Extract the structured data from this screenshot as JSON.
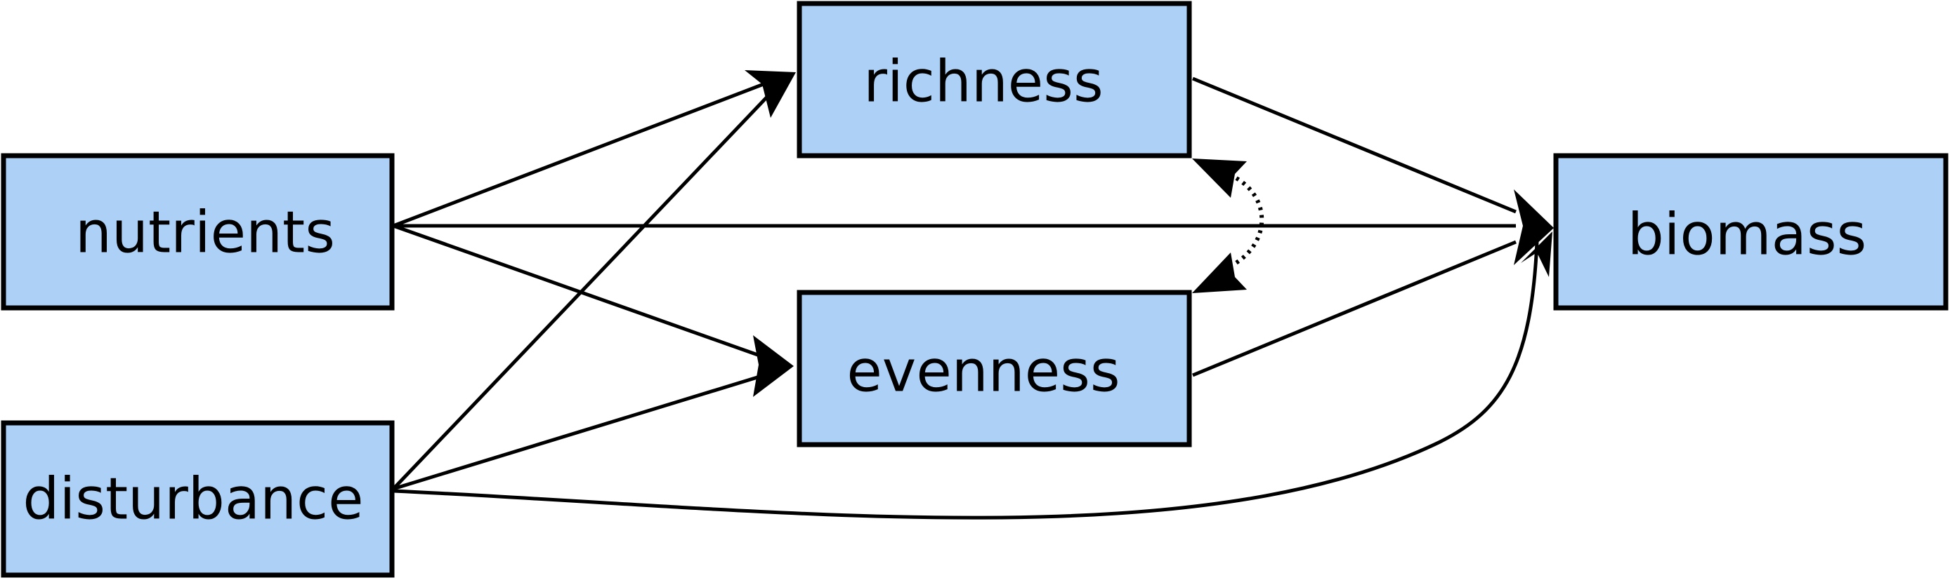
{
  "nodes": {
    "nutrients": "nutrients",
    "disturbance": "disturbance",
    "richness": "richness",
    "evenness": "evenness",
    "biomass": "biomass"
  },
  "edges": [
    {
      "from": "nutrients",
      "to": "richness",
      "style": "solid",
      "direction": "one-way"
    },
    {
      "from": "nutrients",
      "to": "evenness",
      "style": "solid",
      "direction": "one-way"
    },
    {
      "from": "nutrients",
      "to": "biomass",
      "style": "solid",
      "direction": "one-way"
    },
    {
      "from": "disturbance",
      "to": "richness",
      "style": "solid",
      "direction": "one-way"
    },
    {
      "from": "disturbance",
      "to": "evenness",
      "style": "solid",
      "direction": "one-way"
    },
    {
      "from": "disturbance",
      "to": "biomass",
      "style": "solid",
      "direction": "one-way"
    },
    {
      "from": "richness",
      "to": "biomass",
      "style": "solid",
      "direction": "one-way"
    },
    {
      "from": "evenness",
      "to": "biomass",
      "style": "solid",
      "direction": "one-way"
    },
    {
      "from": "richness",
      "to": "evenness",
      "style": "dotted",
      "direction": "two-way"
    }
  ],
  "colors": {
    "box_fill": "#add1f6",
    "stroke": "#000000"
  }
}
